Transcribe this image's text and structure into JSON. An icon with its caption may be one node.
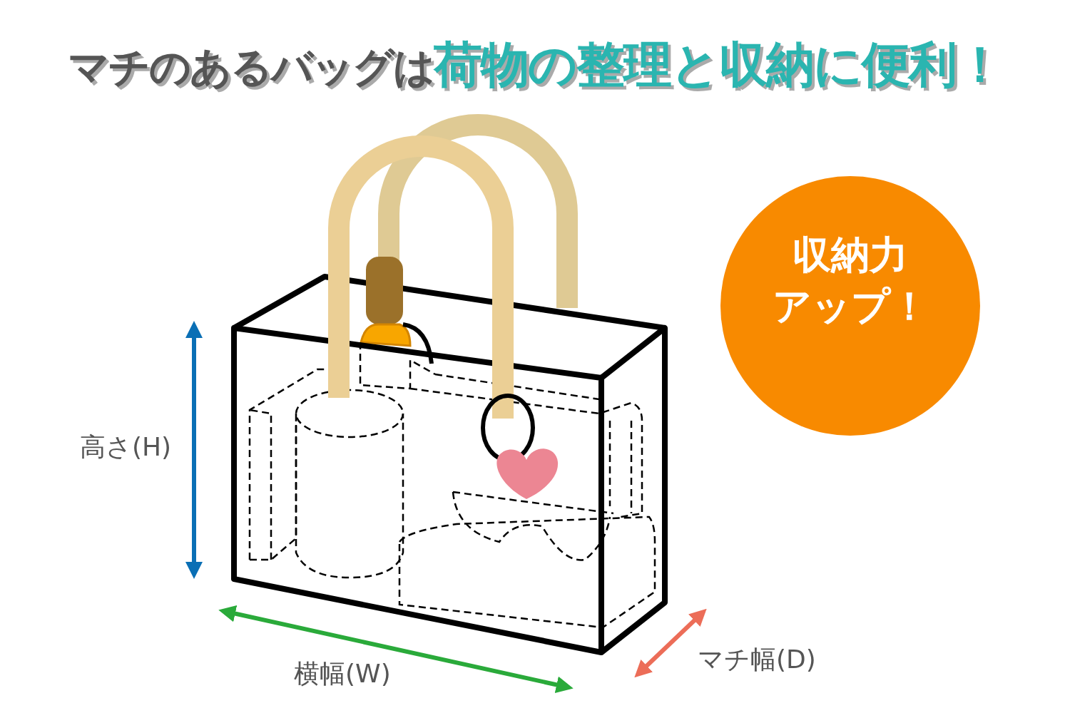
{
  "diagram": {
    "title": "マチのあるバッグは**荷物の整理と収納に便利！**",
    "nodes": [
      {
        "text": [
          "収納力",
          "アップ！"
        ]
      }
    ],
    "labels": [
      "高さ(H)",
      "横幅(W)",
      "マチ幅(D)"
    ]
  }
}
